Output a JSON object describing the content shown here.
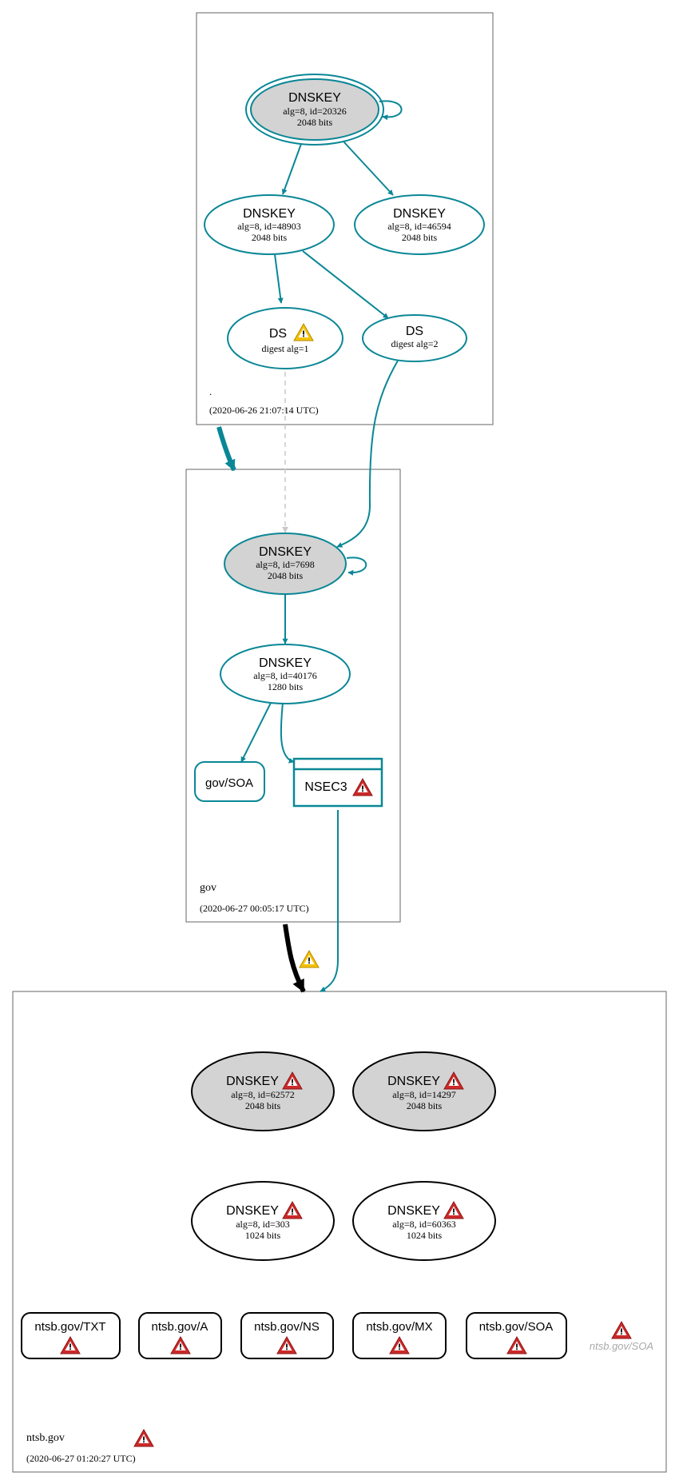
{
  "colors": {
    "edge": "#0a8796",
    "ghost": "#c8c8c8",
    "warn_red": "#cc2a2a",
    "warn_yellow": "#f3c200",
    "node_fill_gray": "#d3d3d3",
    "zone_border": "#666666"
  },
  "zones": [
    {
      "id": "root",
      "name": ".",
      "timestamp": "(2020-06-26 21:07:14 UTC)"
    },
    {
      "id": "gov",
      "name": "gov",
      "timestamp": "(2020-06-27 00:05:17 UTC)"
    },
    {
      "id": "ntsb",
      "name": "ntsb.gov",
      "timestamp": "(2020-06-27 01:20:27 UTC)",
      "warning": "error"
    }
  ],
  "nodes": [
    {
      "id": "root_ksk",
      "type": "DNSKEY",
      "title": "DNSKEY",
      "line1": "alg=8, id=20326",
      "line2": "2048 bits",
      "fill": "gray",
      "double_border": true,
      "warning": null
    },
    {
      "id": "root_zsk1",
      "type": "DNSKEY",
      "title": "DNSKEY",
      "line1": "alg=8, id=48903",
      "line2": "2048 bits",
      "fill": "white",
      "warning": null
    },
    {
      "id": "root_zsk2",
      "type": "DNSKEY",
      "title": "DNSKEY",
      "line1": "alg=8, id=46594",
      "line2": "2048 bits",
      "fill": "white",
      "warning": null
    },
    {
      "id": "ds1",
      "type": "DS",
      "title": "DS",
      "line1": "digest alg=1",
      "fill": "white",
      "warning": "warn"
    },
    {
      "id": "ds2",
      "type": "DS",
      "title": "DS",
      "line1": "digest alg=2",
      "fill": "white",
      "warning": null
    },
    {
      "id": "gov_ksk",
      "type": "DNSKEY",
      "title": "DNSKEY",
      "line1": "alg=8, id=7698",
      "line2": "2048 bits",
      "fill": "gray",
      "warning": null
    },
    {
      "id": "gov_zsk",
      "type": "DNSKEY",
      "title": "DNSKEY",
      "line1": "alg=8, id=40176",
      "line2": "1280 bits",
      "fill": "white",
      "warning": null
    },
    {
      "id": "gov_soa",
      "type": "RRset",
      "title": "gov/SOA",
      "warning": null
    },
    {
      "id": "nsec3",
      "type": "NSEC3",
      "title": "NSEC3",
      "warning": "error"
    },
    {
      "id": "ntsb_k1",
      "type": "DNSKEY",
      "title": "DNSKEY",
      "line1": "alg=8, id=62572",
      "line2": "2048 bits",
      "fill": "gray",
      "warning": "error"
    },
    {
      "id": "ntsb_k2",
      "type": "DNSKEY",
      "title": "DNSKEY",
      "line1": "alg=8, id=14297",
      "line2": "2048 bits",
      "fill": "gray",
      "warning": "error"
    },
    {
      "id": "ntsb_k3",
      "type": "DNSKEY",
      "title": "DNSKEY",
      "line1": "alg=8, id=303",
      "line2": "1024 bits",
      "fill": "white",
      "warning": "error"
    },
    {
      "id": "ntsb_k4",
      "type": "DNSKEY",
      "title": "DNSKEY",
      "line1": "alg=8, id=60363",
      "line2": "1024 bits",
      "fill": "white",
      "warning": "error"
    },
    {
      "id": "rr_txt",
      "type": "RRset",
      "title": "ntsb.gov/TXT",
      "warning": "error"
    },
    {
      "id": "rr_a",
      "type": "RRset",
      "title": "ntsb.gov/A",
      "warning": "error"
    },
    {
      "id": "rr_ns",
      "type": "RRset",
      "title": "ntsb.gov/NS",
      "warning": "error"
    },
    {
      "id": "rr_mx",
      "type": "RRset",
      "title": "ntsb.gov/MX",
      "warning": "error"
    },
    {
      "id": "rr_soa",
      "type": "RRset",
      "title": "ntsb.gov/SOA",
      "warning": "error"
    },
    {
      "id": "rr_soa_ghost",
      "type": "ghost",
      "title": "ntsb.gov/SOA",
      "warning": "error"
    }
  ],
  "edges": [
    {
      "from": "root_ksk",
      "to": "root_ksk",
      "kind": "self"
    },
    {
      "from": "root_ksk",
      "to": "root_zsk1",
      "kind": "sign"
    },
    {
      "from": "root_ksk",
      "to": "root_zsk2",
      "kind": "sign"
    },
    {
      "from": "root_zsk1",
      "to": "ds1",
      "kind": "sign"
    },
    {
      "from": "root_zsk1",
      "to": "ds2",
      "kind": "sign"
    },
    {
      "from": "ds1",
      "to": "gov_ksk",
      "kind": "dashed"
    },
    {
      "from": "ds2",
      "to": "gov_ksk",
      "kind": "sign"
    },
    {
      "from": "gov_ksk",
      "to": "gov_ksk",
      "kind": "self"
    },
    {
      "from": "gov_ksk",
      "to": "gov_zsk",
      "kind": "sign"
    },
    {
      "from": "gov_zsk",
      "to": "gov_soa",
      "kind": "sign"
    },
    {
      "from": "gov_zsk",
      "to": "nsec3",
      "kind": "sign"
    },
    {
      "from": "nsec3",
      "to": "ntsb",
      "kind": "sign"
    },
    {
      "from": "root",
      "to": "gov",
      "kind": "delegation"
    },
    {
      "from": "gov",
      "to": "ntsb",
      "kind": "delegation_insecure",
      "warning": "warn"
    }
  ]
}
